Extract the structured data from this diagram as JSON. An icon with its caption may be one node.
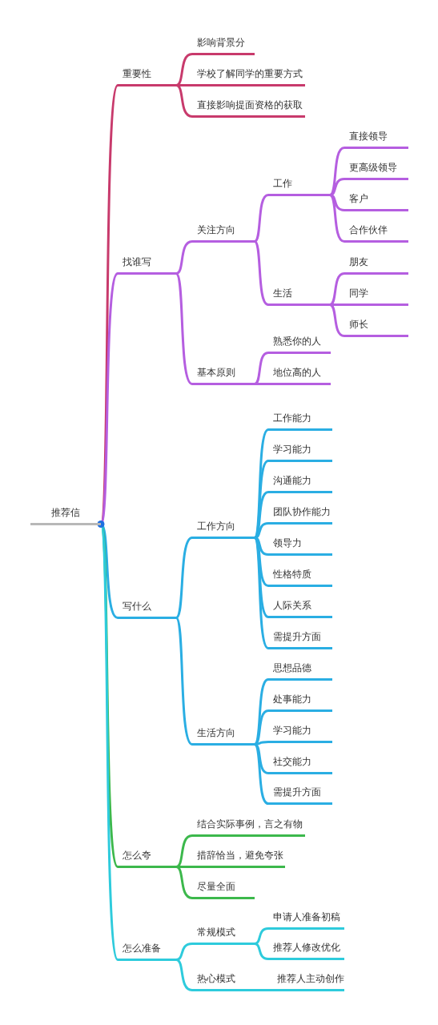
{
  "diagram": {
    "nodes": [
      {
        "text": [
          "推荐信"
        ]
      },
      {
        "text": [
          "重要性"
        ]
      },
      {
        "text": [
          "影响背景分"
        ]
      },
      {
        "text": [
          "学校了解同学的重要方式"
        ]
      },
      {
        "text": [
          "直接影响提面资格的获取"
        ]
      },
      {
        "text": [
          "找谁写"
        ]
      },
      {
        "text": [
          "关注方向"
        ]
      },
      {
        "text": [
          "工作"
        ]
      },
      {
        "text": [
          "直接领导"
        ]
      },
      {
        "text": [
          "更高级领导"
        ]
      },
      {
        "text": [
          "客户"
        ]
      },
      {
        "text": [
          "合作伙伴"
        ]
      },
      {
        "text": [
          "生活"
        ]
      },
      {
        "text": [
          "朋友"
        ]
      },
      {
        "text": [
          "同学"
        ]
      },
      {
        "text": [
          "师长"
        ]
      },
      {
        "text": [
          "基本原则"
        ]
      },
      {
        "text": [
          "熟悉你的人"
        ]
      },
      {
        "text": [
          "地位高的人"
        ]
      },
      {
        "text": [
          "写什么"
        ]
      },
      {
        "text": [
          "工作方向"
        ]
      },
      {
        "text": [
          "工作能力"
        ]
      },
      {
        "text": [
          "学习能力"
        ]
      },
      {
        "text": [
          "沟通能力"
        ]
      },
      {
        "text": [
          "团队协作能力"
        ]
      },
      {
        "text": [
          "领导力"
        ]
      },
      {
        "text": [
          "性格特质"
        ]
      },
      {
        "text": [
          "人际关系"
        ]
      },
      {
        "text": [
          "需提升方面"
        ]
      },
      {
        "text": [
          "生活方向"
        ]
      },
      {
        "text": [
          "思想品德"
        ]
      },
      {
        "text": [
          "处事能力"
        ]
      },
      {
        "text": [
          "学习能力"
        ]
      },
      {
        "text": [
          "社交能力"
        ]
      },
      {
        "text": [
          "需提升方面"
        ]
      },
      {
        "text": [
          "怎么夸"
        ]
      },
      {
        "text": [
          "结合实际事例，言之有物"
        ]
      },
      {
        "text": [
          "措辞恰当，避免夸张"
        ]
      },
      {
        "text": [
          "尽量全面"
        ]
      },
      {
        "text": [
          "怎么准备"
        ]
      },
      {
        "text": [
          "常规模式"
        ]
      },
      {
        "text": [
          "申请人准备初稿"
        ]
      },
      {
        "text": [
          "推荐人修改优化"
        ]
      },
      {
        "text": [
          "热心模式"
        ]
      },
      {
        "text": [
          "推荐人主动创作"
        ]
      }
    ],
    "edges": [
      {
        "from": 0,
        "to": 1,
        "arrow": "none",
        "color": "#c83a6c"
      },
      {
        "from": 1,
        "to": 2,
        "arrow": "none",
        "color": "#c83a6c"
      },
      {
        "from": 1,
        "to": 3,
        "arrow": "none",
        "color": "#c83a6c"
      },
      {
        "from": 1,
        "to": 4,
        "arrow": "none",
        "color": "#c83a6c"
      },
      {
        "from": 0,
        "to": 5,
        "arrow": "none",
        "color": "#b55ee0"
      },
      {
        "from": 5,
        "to": 6,
        "arrow": "none",
        "color": "#b55ee0"
      },
      {
        "from": 6,
        "to": 7,
        "arrow": "none",
        "color": "#b55ee0"
      },
      {
        "from": 7,
        "to": 8,
        "arrow": "none",
        "color": "#b55ee0"
      },
      {
        "from": 7,
        "to": 9,
        "arrow": "none",
        "color": "#b55ee0"
      },
      {
        "from": 7,
        "to": 10,
        "arrow": "none",
        "color": "#b55ee0"
      },
      {
        "from": 7,
        "to": 11,
        "arrow": "none",
        "color": "#b55ee0"
      },
      {
        "from": 6,
        "to": 12,
        "arrow": "none",
        "color": "#b55ee0"
      },
      {
        "from": 12,
        "to": 13,
        "arrow": "none",
        "color": "#b55ee0"
      },
      {
        "from": 12,
        "to": 14,
        "arrow": "none",
        "color": "#b55ee0"
      },
      {
        "from": 12,
        "to": 15,
        "arrow": "none",
        "color": "#b55ee0"
      },
      {
        "from": 5,
        "to": 16,
        "arrow": "none",
        "color": "#b55ee0"
      },
      {
        "from": 16,
        "to": 17,
        "arrow": "none",
        "color": "#b55ee0"
      },
      {
        "from": 16,
        "to": 18,
        "arrow": "none",
        "color": "#b55ee0"
      },
      {
        "from": 0,
        "to": 19,
        "arrow": "none"
      },
      {
        "from": 19,
        "to": 20,
        "arrow": "none"
      },
      {
        "from": 20,
        "to": 21,
        "arrow": "none"
      },
      {
        "from": 20,
        "to": 22,
        "arrow": "none"
      },
      {
        "from": 20,
        "to": 23,
        "arrow": "none"
      },
      {
        "from": 20,
        "to": 24,
        "arrow": "none"
      },
      {
        "from": 20,
        "to": 25,
        "arrow": "none"
      },
      {
        "from": 20,
        "to": 26,
        "arrow": "none"
      },
      {
        "from": 20,
        "to": 27,
        "arrow": "none"
      },
      {
        "from": 20,
        "to": 28,
        "arrow": "none"
      },
      {
        "from": 19,
        "to": 29,
        "arrow": "none"
      },
      {
        "from": 29,
        "to": 30,
        "arrow": "none"
      },
      {
        "from": 29,
        "to": 31,
        "arrow": "none"
      },
      {
        "from": 29,
        "to": 32,
        "arrow": "none"
      },
      {
        "from": 29,
        "to": 33,
        "arrow": "none"
      },
      {
        "from": 29,
        "to": 34,
        "arrow": "none"
      },
      {
        "from": 0,
        "to": 35,
        "arrow": "none",
        "color": "#3cb84c"
      },
      {
        "from": 35,
        "to": 36,
        "arrow": "none",
        "color": "#3cb84c"
      },
      {
        "from": 35,
        "to": 37,
        "arrow": "none",
        "color": "#3cb84c"
      },
      {
        "from": 35,
        "to": 38,
        "arrow": "none",
        "color": "#3cb84c"
      },
      {
        "from": 0,
        "to": 39,
        "arrow": "none",
        "color": "#2ecbdc"
      },
      {
        "from": 39,
        "to": 40,
        "arrow": "none",
        "color": "#2ecbdc"
      },
      {
        "from": 40,
        "to": 41,
        "arrow": "none",
        "color": "#2ecbdc"
      },
      {
        "from": 40,
        "to": 42,
        "arrow": "none",
        "color": "#2ecbdc"
      },
      {
        "from": 39,
        "to": 43,
        "arrow": "none",
        "color": "#2ecbdc"
      },
      {
        "from": 43,
        "to": 44,
        "arrow": "none",
        "color": "#2ecbdc"
      }
    ]
  }
}
